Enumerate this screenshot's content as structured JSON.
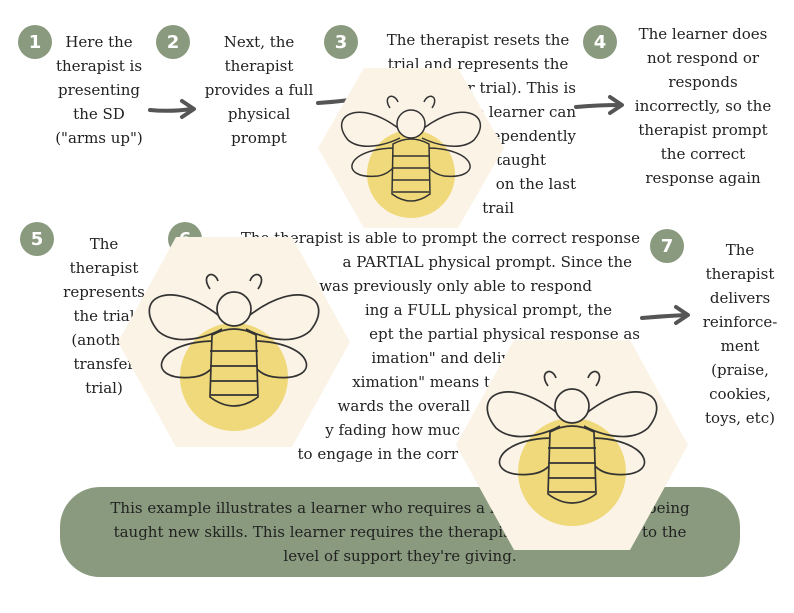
{
  "colors": {
    "badge": "#8a9a7e",
    "summary_bg": "#8a9a7e",
    "hexagon": "#fbf3e6",
    "bee_circle": "#f0d97a",
    "arrow": "#555555"
  },
  "steps": [
    {
      "number": "1",
      "lines": [
        "Here the",
        "therapist is",
        "presenting",
        "the SD",
        "(\"arms up\")"
      ]
    },
    {
      "number": "2",
      "lines": [
        "Next, the",
        "therapist",
        "provides a full",
        "physical",
        "prompt"
      ]
    },
    {
      "number": "3",
      "lines": [
        "The therapist resets the",
        "trial and represents the",
        "(another trial). This is",
        "the learner can",
        "independently",
        "taught",
        "on the last",
        "trail"
      ]
    },
    {
      "number": "4",
      "lines": [
        "The learner does",
        "not respond or",
        "responds",
        "incorrectly, so the",
        "therapist prompt",
        "the correct",
        "response again"
      ]
    },
    {
      "number": "5",
      "lines": [
        "The",
        "therapist",
        "represents",
        "the trial",
        "(another",
        "transfer",
        "trial)"
      ]
    },
    {
      "number": "6",
      "lines": [
        "The therapist is able to prompt the correct response",
        "a PARTIAL physical prompt. Since the",
        "was previously only able to respond",
        "ing a FULL physical prompt, the",
        "ept the partial physical response as",
        "imation\" and deliv",
        "ximation\" means t",
        "wards the overall",
        "y fading how muc",
        "to engage in the corr"
      ]
    },
    {
      "number": "7",
      "lines": [
        "The",
        "therapist",
        "delivers",
        "reinforce-",
        "ment",
        "(praise,",
        "cookies,",
        "toys, etc)"
      ]
    }
  ],
  "summary": {
    "lines": [
      "This example illustrates a learner who requires a hig",
      "ile being",
      "taught new skills. This learner requires the therapist to",
      "sitive to the",
      "level of support they're giving."
    ]
  }
}
